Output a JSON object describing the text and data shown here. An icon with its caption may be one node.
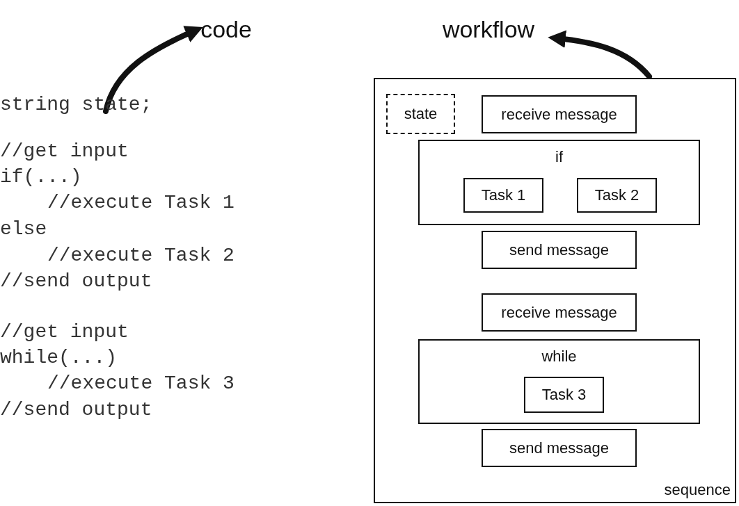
{
  "diagram": {
    "nodes": [
      {
        "text": [
          "code"
        ]
      },
      {
        "text": [
          "string state;"
        ]
      },
      {
        "text": [
          "workflow"
        ]
      },
      {
        "text": [
          "sequence"
        ]
      },
      {
        "text": [
          "state"
        ],
        "in": 3
      },
      {
        "text": [
          "receive message"
        ],
        "in": 3
      },
      {
        "text": [
          "if"
        ],
        "in": 3
      },
      {
        "text": [
          "Task 1"
        ],
        "in": 6
      },
      {
        "text": [
          "Task 2"
        ],
        "in": 6
      },
      {
        "text": [
          "send message"
        ],
        "in": 3
      },
      {
        "text": [
          "receive message"
        ],
        "in": 3
      },
      {
        "text": [
          "while"
        ],
        "in": 3
      },
      {
        "text": [
          "Task 3"
        ],
        "in": 11
      },
      {
        "text": [
          "send message"
        ],
        "in": 3
      }
    ],
    "edges": [
      {
        "from": 1,
        "to": 0,
        "arrow": "to"
      },
      {
        "from": 3,
        "to": 2,
        "arrow": "to"
      }
    ],
    "labels": [
      "//get input",
      "if(...)",
      "//execute Task 1",
      "else",
      "//execute Task 2",
      "//send output",
      "//get input",
      "while(...)",
      "//execute Task 3",
      "//send output"
    ]
  }
}
